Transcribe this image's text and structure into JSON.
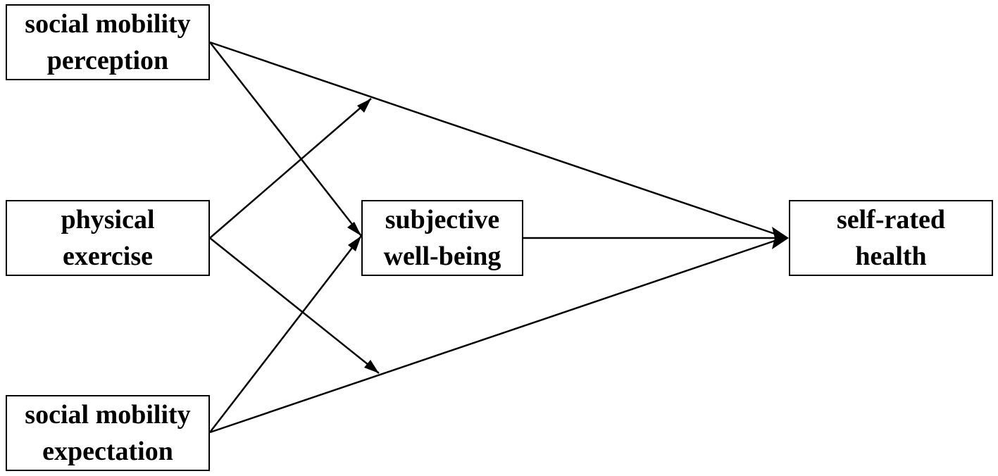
{
  "nodes": {
    "social_mobility_perception": {
      "line1": "social mobility",
      "line2": "perception"
    },
    "physical_exercise": {
      "line1": "physical",
      "line2": "exercise"
    },
    "social_mobility_expectation": {
      "line1": "social mobility",
      "line2": "expectation"
    },
    "subjective_well_being": {
      "line1": "subjective",
      "line2": "well-being"
    },
    "self_rated_health": {
      "line1": "self-rated",
      "line2": "health"
    }
  },
  "edges": [
    {
      "from": "social_mobility_perception",
      "to": "subjective_well_being",
      "style": "direct arrow"
    },
    {
      "from": "social_mobility_perception",
      "to": "self_rated_health",
      "style": "direct arrow"
    },
    {
      "from": "physical_exercise",
      "to": "social_mobility_perception path",
      "style": "moderation arrow"
    },
    {
      "from": "physical_exercise",
      "to": "social_mobility_expectation path",
      "style": "moderation arrow"
    },
    {
      "from": "social_mobility_expectation",
      "to": "subjective_well_being",
      "style": "direct arrow"
    },
    {
      "from": "social_mobility_expectation",
      "to": "self_rated_health",
      "style": "direct arrow"
    },
    {
      "from": "subjective_well_being",
      "to": "self_rated_health",
      "style": "direct arrow"
    }
  ],
  "colors": {
    "stroke": "#000000",
    "background": "#ffffff"
  }
}
